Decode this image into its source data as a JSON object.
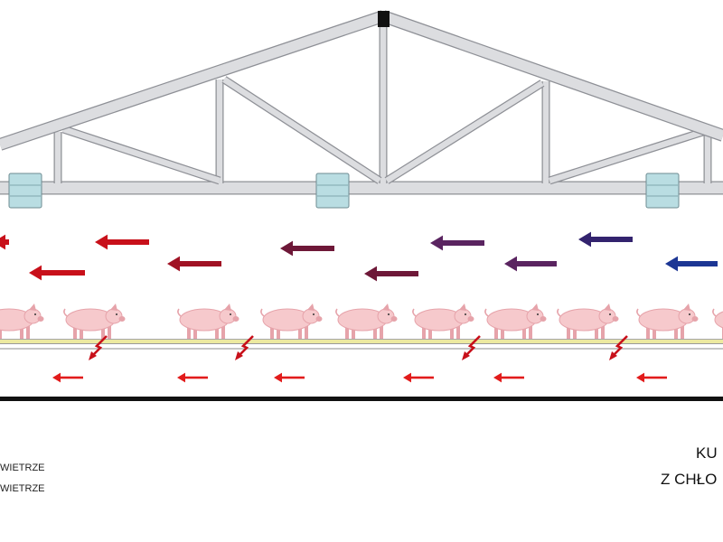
{
  "legend": {
    "line1": "WIETRZE",
    "line2": "WIETRZE"
  },
  "right_labels": {
    "line1": "KU",
    "line2": "Z CHŁO"
  },
  "colors": {
    "truss_fill": "#dcdde0",
    "truss_stroke": "#8e9096",
    "floor_line": "#111111",
    "slat_yellow": "#ece9a0",
    "inlet_fill": "#b9dde2",
    "arrow_red": "#c8101a",
    "arrow_darkred": "#a01224",
    "arrow_maroon": "#6e1838",
    "arrow_purple": "#5a2460",
    "arrow_indigo": "#33236e",
    "arrow_blue": "#1c3694",
    "arrow_small": "#e21b1b",
    "pig_body": "#f6c9cc",
    "pig_shade": "#e6a3aa"
  },
  "icons": {
    "pig": "pig-icon",
    "air_inlet": "air-inlet-icon",
    "airflow_arrow": "airflow-arrow-icon",
    "downflow_arrow": "downflow-arrow-icon"
  }
}
